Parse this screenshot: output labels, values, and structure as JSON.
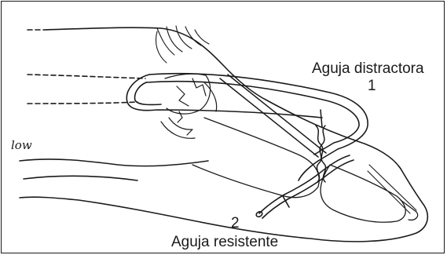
{
  "labels": {
    "distractor": "Aguja distractora",
    "distractor_number": "1",
    "resistant_number": "2",
    "resistant": "Aguja resistente",
    "side_note": "low"
  },
  "colors": {
    "ink": "#1a1a1a",
    "background": "#ffffff"
  }
}
